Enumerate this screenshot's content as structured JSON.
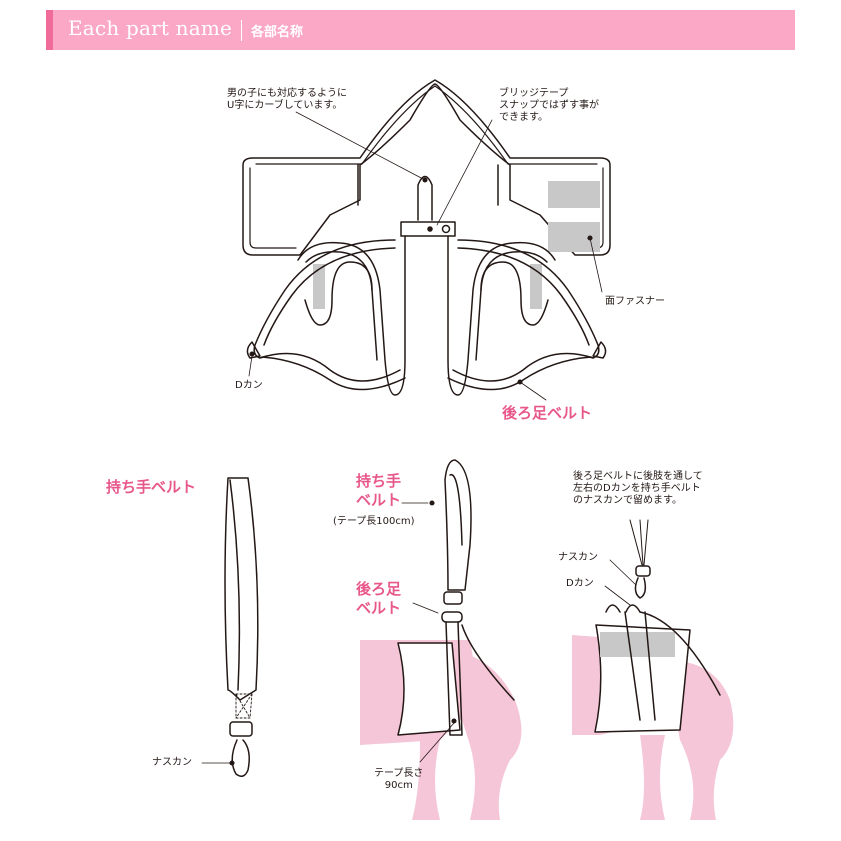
{
  "header": {
    "title": "Each part name",
    "subtitle": "各部名称",
    "bar_color": "#fba8c6",
    "accent_color": "#f06b9a"
  },
  "harness_diagram": {
    "callouts": {
      "u_curve": "男の子にも対応するように\nU字にカーブしています。",
      "bridge_tape": "ブリッジテープ\nスナップではずす事が\nできます。",
      "hook_loop": "面ファスナー",
      "d_ring": "Dカン",
      "rear_leg_belt": "後ろ足ベルト"
    }
  },
  "handle_belt_diagram": {
    "title": "持ち手ベルト",
    "snap_hook": "ナスカン"
  },
  "usage_diagram": {
    "handle_belt": "持ち手\nベルト",
    "handle_tape_length": "(テープ長100cm)",
    "rear_leg_belt": "後ろ足\nベルト",
    "rear_tape_length": "テープ長さ\n90cm"
  },
  "attach_diagram": {
    "instruction": "後ろ足ベルトに後肢を通して\n左右のDカンを持ち手ベルト\nのナスカンで留めます。",
    "snap_hook": "ナスカン",
    "d_ring": "Dカン"
  },
  "colors": {
    "dog_pink": "#f5c6d8",
    "fastener_gray": "#c8c8c8",
    "line": "#231815"
  }
}
